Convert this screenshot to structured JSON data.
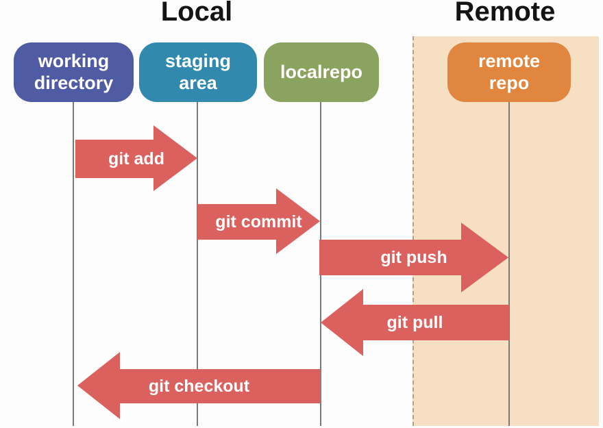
{
  "diagram": {
    "titles": [
      {
        "id": "local",
        "text": "Local"
      },
      {
        "id": "remote",
        "text": "Remote"
      }
    ],
    "nodes": [
      {
        "id": "working-directory",
        "label": "working\ndirectory",
        "color": "#4f5ba3"
      },
      {
        "id": "staging-area",
        "label": "staging\narea",
        "color": "#3289ae"
      },
      {
        "id": "localrepo",
        "label": "localrepo",
        "color": "#8aa35e"
      },
      {
        "id": "remote-repo",
        "label": "remote\nrepo",
        "color": "#e0863e"
      }
    ],
    "arrows": [
      {
        "id": "git-add",
        "label": "git add",
        "from": "working-directory",
        "to": "staging-area",
        "direction": "right"
      },
      {
        "id": "git-commit",
        "label": "git commit",
        "from": "staging-area",
        "to": "localrepo",
        "direction": "right"
      },
      {
        "id": "git-push",
        "label": "git push",
        "from": "localrepo",
        "to": "remote-repo",
        "direction": "right"
      },
      {
        "id": "git-pull",
        "label": "git pull",
        "from": "remote-repo",
        "to": "localrepo",
        "direction": "left"
      },
      {
        "id": "git-checkout",
        "label": "git checkout",
        "from": "localrepo",
        "to": "working-directory",
        "direction": "left"
      }
    ],
    "colors": {
      "arrow": "#db615f",
      "remote_background": "#f7dfc4",
      "lifeline": "#7a7a7a",
      "title": "#141414",
      "node_text": "#ffffff"
    }
  }
}
